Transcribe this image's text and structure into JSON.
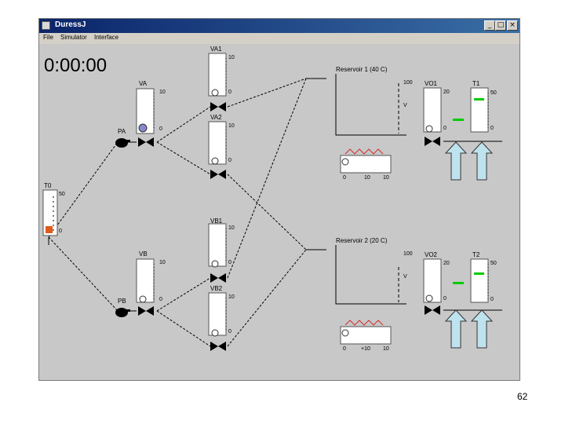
{
  "window": {
    "title": "DuressJ",
    "controls": [
      "_",
      "□",
      "×"
    ]
  },
  "menu": [
    "File",
    "Simulator",
    "Interface"
  ],
  "clock": "0:00:00",
  "valves": {
    "va": "VA",
    "vb": "VB",
    "va1": "VA1",
    "va2": "VA2",
    "vb1": "VB1",
    "vb2": "VB2",
    "vo1": "VO1",
    "vo2": "VO2"
  },
  "pumps": {
    "pa": "PA",
    "pb": "PB"
  },
  "reservoirs": {
    "r1": {
      "label": "Reservoir 1 (40 C)",
      "scale_top": "100",
      "scale_mid": "V"
    },
    "r2": {
      "label": "Reservoir 2 (20 C)",
      "scale_top": "100",
      "scale_mid": "V"
    }
  },
  "temps": {
    "t1": "T1",
    "t2": "T2",
    "t_top": "50",
    "t_zero": "0"
  },
  "inlet": {
    "label": "T0",
    "top": "50",
    "zero": "0"
  },
  "heater1": {
    "ticks": [
      "0",
      "10",
      "10"
    ]
  },
  "heater2": {
    "ticks": [
      "0",
      "+10",
      "10"
    ]
  },
  "gauge": {
    "ten": "10",
    "twenty": "20",
    "zero": "0"
  },
  "colors": {
    "title_bar": "#0a246a",
    "accent_green": "#00cc00",
    "arrow_fill": "#bfe3ee",
    "heater_red": "#d03030",
    "input_orange": "#e05a1a"
  },
  "page_number": "62"
}
